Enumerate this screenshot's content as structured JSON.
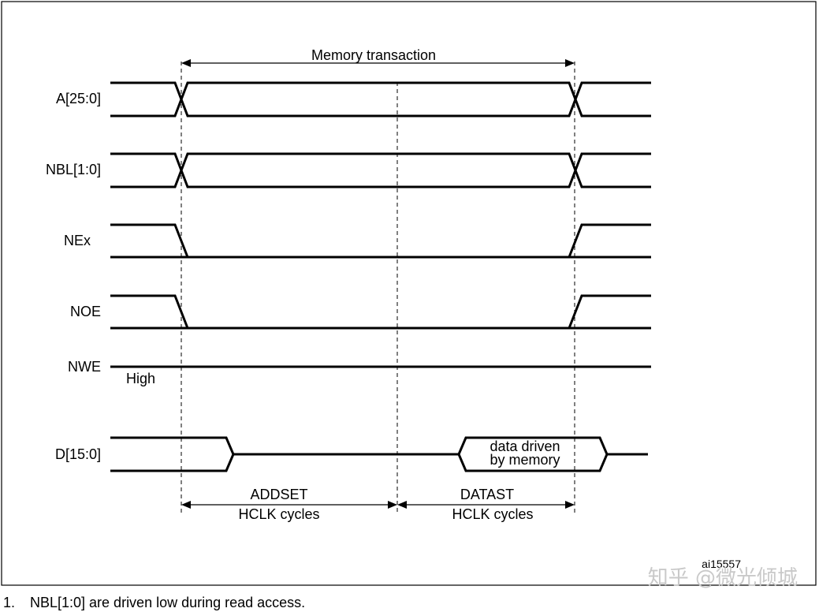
{
  "diagram": {
    "memory_transaction_label": "Memory transaction",
    "signals": {
      "address": "A[25:0]",
      "nbl": "NBL[1:0]",
      "nex": "NEx",
      "noe": "NOE",
      "nwe": "NWE",
      "data": "D[15:0]"
    },
    "nwe_state": "High",
    "data_bubble_line1": "data driven",
    "data_bubble_line2": "by memory",
    "addset_label": "ADDSET",
    "addset_cycles": "HCLK cycles",
    "datast_label": "DATAST",
    "datast_cycles": "HCLK cycles",
    "figure_id": "ai15557",
    "watermark": "知乎 @微光倾城"
  },
  "footnote": {
    "number": "1.",
    "text": "NBL[1:0] are driven low during read access."
  }
}
